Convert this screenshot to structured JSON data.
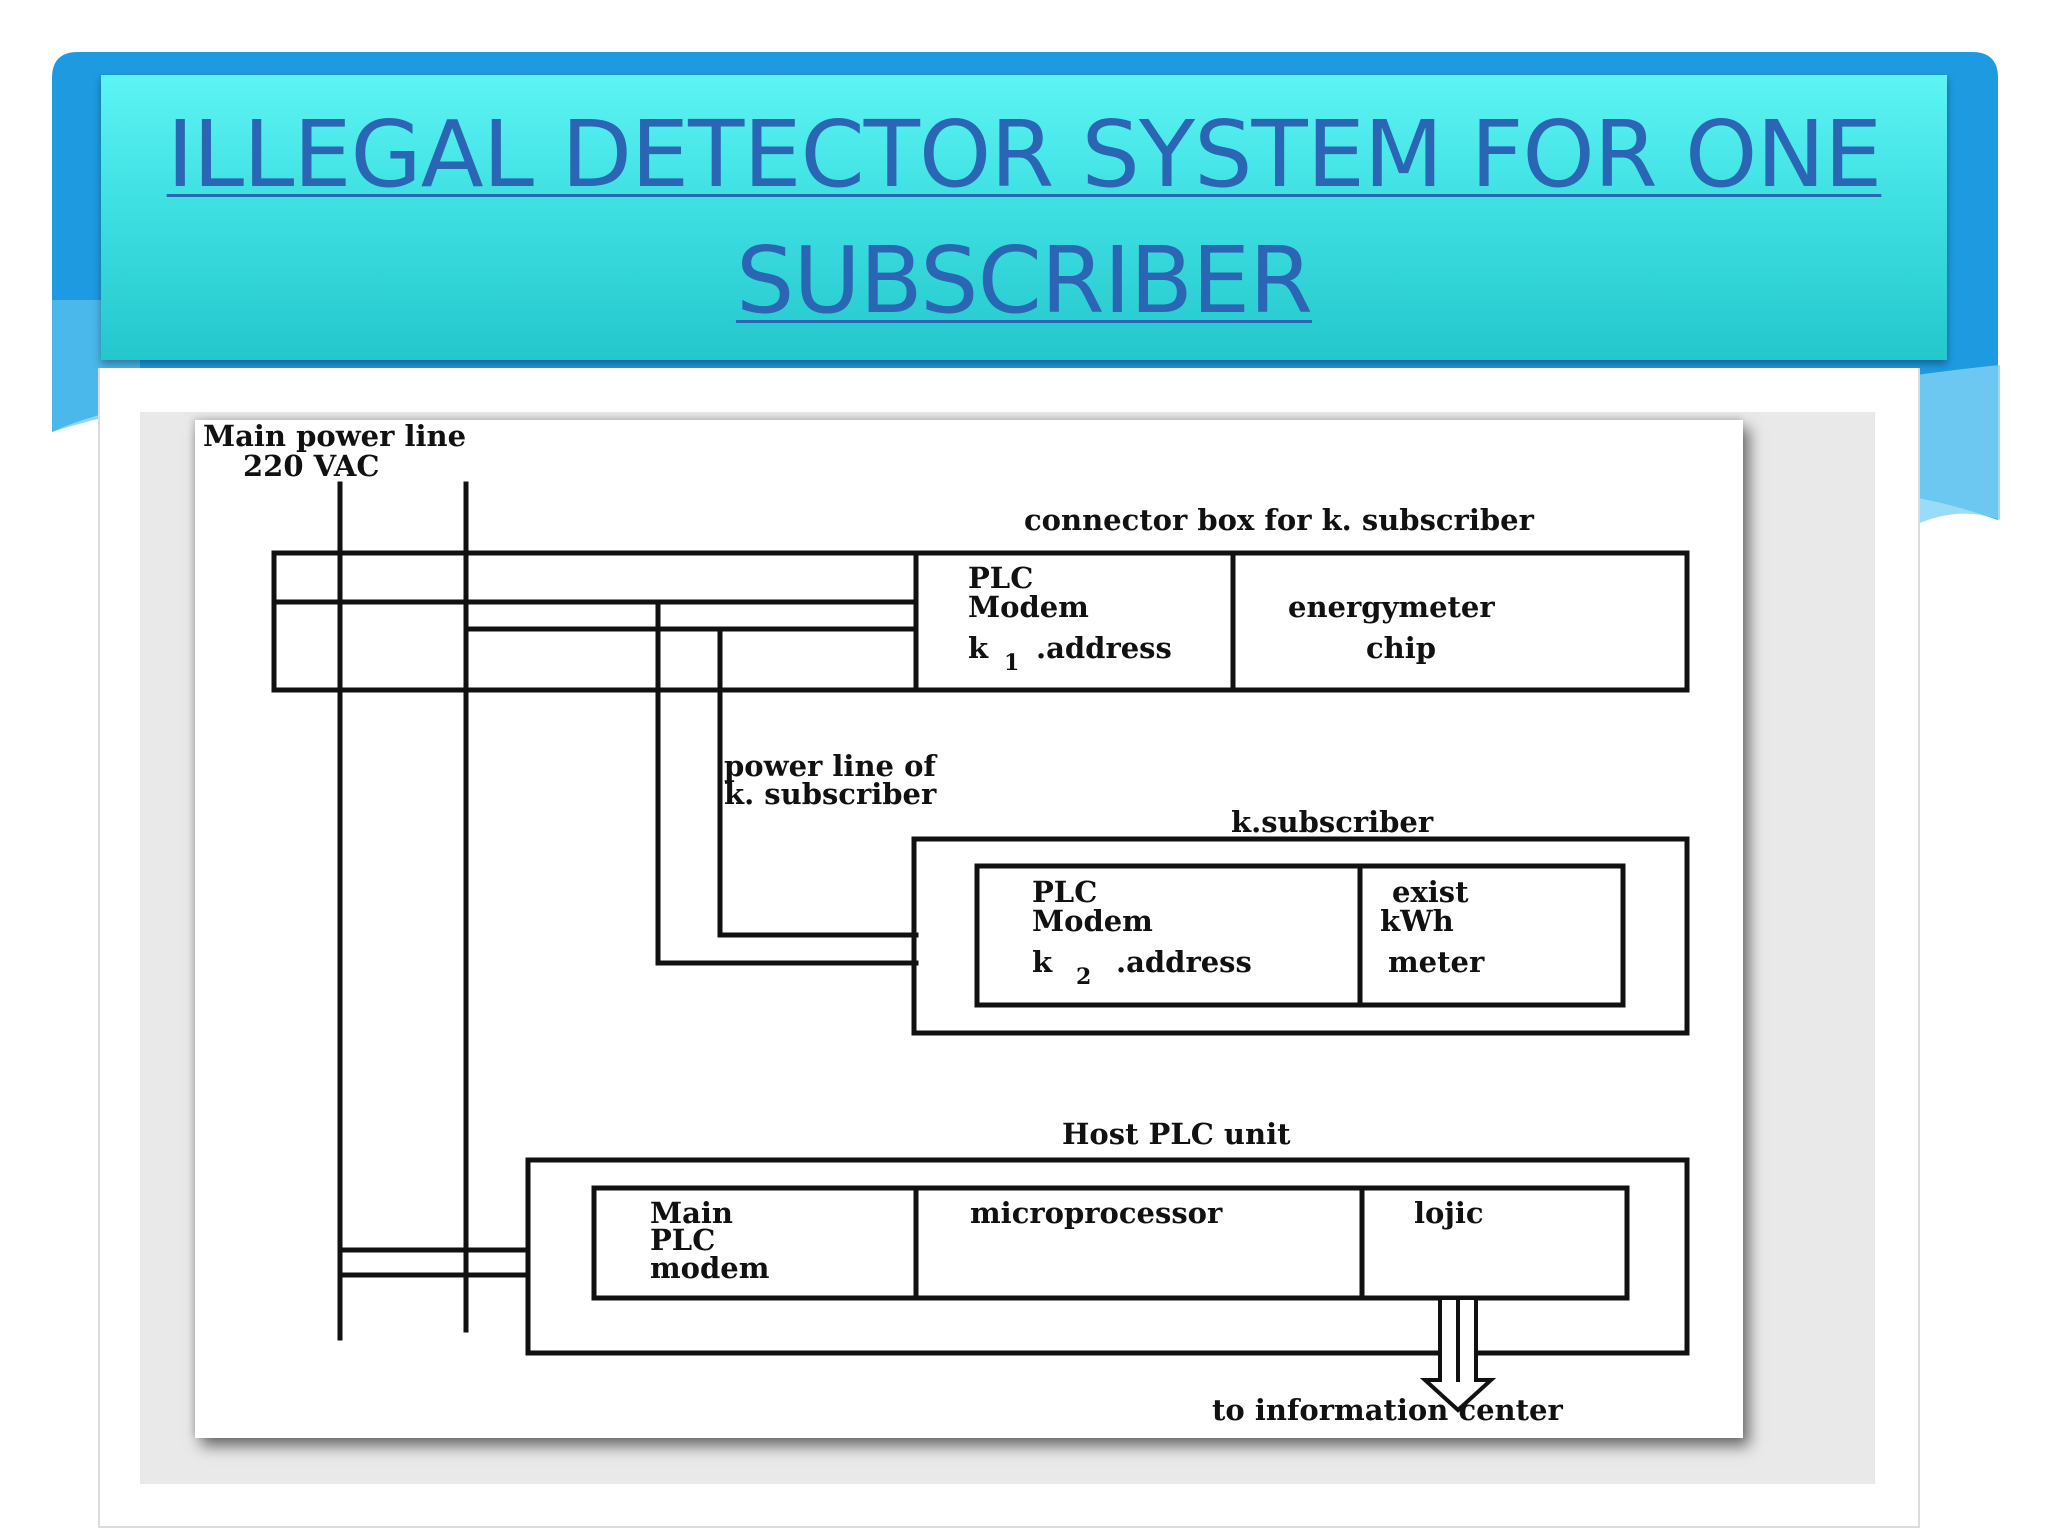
{
  "slide": {
    "title_line1": "ILLEGAL DETECTOR SYSTEM FOR ONE",
    "title_line2": "SUBSCRIBER"
  },
  "diagram": {
    "main_power_line_label": "Main power line",
    "voltage_label": "220 VAC",
    "connector_box": {
      "caption": "connector box for k. subscriber",
      "plc_modem_line1": "PLC",
      "plc_modem_line2": "Modem",
      "address_k": "k",
      "address_sub": "1",
      "address_text": ".address",
      "energymeter_line1": "energymeter",
      "energymeter_line2": "chip"
    },
    "power_line_label_line1": "power line of",
    "power_line_label_line2": "k. subscriber",
    "subscriber_box": {
      "caption": "k.subscriber",
      "plc_modem_line1": "PLC",
      "plc_modem_line2": "Modem",
      "address_k": "k",
      "address_sub": "2",
      "address_text": ".address",
      "meter_line1": "exist",
      "meter_line2": "kWh",
      "meter_line3": "meter"
    },
    "host_unit": {
      "caption": "Host PLC unit",
      "modem_line1": "Main",
      "modem_line2": "PLC",
      "modem_line3": "modem",
      "processor_label": "microprocessor",
      "logic_label": "lojic"
    },
    "output_label": "to information center"
  },
  "colors": {
    "title_text": "#2a66b3",
    "title_box": "#3ee0e2",
    "band_blue": "#1e9be0"
  }
}
